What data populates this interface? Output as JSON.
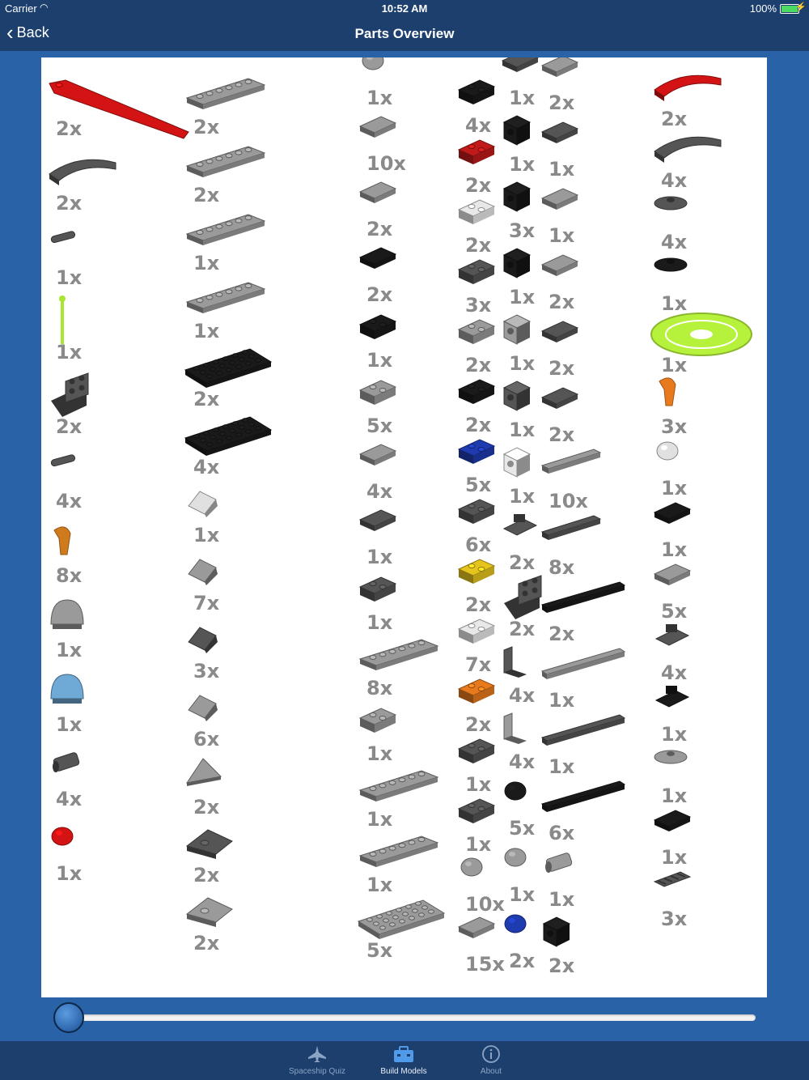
{
  "status_bar": {
    "carrier": "Carrier",
    "time": "10:52 AM",
    "battery": "100%"
  },
  "nav": {
    "back_label": "Back",
    "title": "Parts Overview"
  },
  "parts": [
    {
      "qty": "2x",
      "shape": "wing",
      "color": "#d41414"
    },
    {
      "qty": "2x",
      "shape": "arch",
      "color": "#555555"
    },
    {
      "qty": "1x",
      "shape": "rod",
      "color": "#555555"
    },
    {
      "qty": "1x",
      "shape": "antenna",
      "color": "#a8e632"
    },
    {
      "qty": "2x",
      "shape": "bracket",
      "color": "#555555"
    },
    {
      "qty": "4x",
      "shape": "rod",
      "color": "#555555"
    },
    {
      "qty": "8x",
      "shape": "claw",
      "color": "#d07a1e"
    },
    {
      "qty": "1x",
      "shape": "dome",
      "color": "#9a9a9a"
    },
    {
      "qty": "1x",
      "shape": "dome",
      "color": "#6fa9d6"
    },
    {
      "qty": "4x",
      "shape": "cylinder",
      "color": "#555555"
    },
    {
      "qty": "1x",
      "shape": "round",
      "color": "#d41414"
    },
    {
      "qty": "2x",
      "shape": "plate",
      "color": "#9a9a9a"
    },
    {
      "qty": "2x",
      "shape": "plate",
      "color": "#9a9a9a"
    },
    {
      "qty": "1x",
      "shape": "plate",
      "color": "#9a9a9a"
    },
    {
      "qty": "1x",
      "shape": "plate",
      "color": "#9a9a9a"
    },
    {
      "qty": "2x",
      "shape": "bigplate",
      "color": "#1a1a1a"
    },
    {
      "qty": "4x",
      "shape": "bigplate",
      "color": "#1a1a1a"
    },
    {
      "qty": "1x",
      "shape": "slope",
      "color": "#e0e0e0"
    },
    {
      "qty": "7x",
      "shape": "slope",
      "color": "#9a9a9a"
    },
    {
      "qty": "3x",
      "shape": "slope",
      "color": "#555555"
    },
    {
      "qty": "6x",
      "shape": "slope",
      "color": "#9a9a9a"
    },
    {
      "qty": "2x",
      "shape": "pyramid",
      "color": "#9a9a9a"
    },
    {
      "qty": "2x",
      "shape": "wedge",
      "color": "#555555"
    },
    {
      "qty": "2x",
      "shape": "wedge",
      "color": "#9a9a9a"
    },
    {
      "qty": "1x",
      "shape": "round",
      "color": "#9a9a9a"
    },
    {
      "qty": "10x",
      "shape": "tile",
      "color": "#9a9a9a"
    },
    {
      "qty": "2x",
      "shape": "tile",
      "color": "#9a9a9a"
    },
    {
      "qty": "2x",
      "shape": "tile",
      "color": "#1a1a1a"
    },
    {
      "qty": "1x",
      "shape": "brick",
      "color": "#1a1a1a"
    },
    {
      "qty": "5x",
      "shape": "brick",
      "color": "#9a9a9a"
    },
    {
      "qty": "4x",
      "shape": "tile",
      "color": "#9a9a9a"
    },
    {
      "qty": "1x",
      "shape": "tile",
      "color": "#555555"
    },
    {
      "qty": "1x",
      "shape": "brick",
      "color": "#555555"
    },
    {
      "qty": "8x",
      "shape": "plate",
      "color": "#9a9a9a"
    },
    {
      "qty": "1x",
      "shape": "brick",
      "color": "#9a9a9a"
    },
    {
      "qty": "1x",
      "shape": "plate",
      "color": "#9a9a9a"
    },
    {
      "qty": "1x",
      "shape": "plate",
      "color": "#9a9a9a"
    },
    {
      "qty": "5x",
      "shape": "bigplate",
      "color": "#9a9a9a"
    },
    {
      "qty": "4x",
      "shape": "brick",
      "color": "#1a1a1a"
    },
    {
      "qty": "2x",
      "shape": "brick",
      "color": "#c01a1a"
    },
    {
      "qty": "2x",
      "shape": "brick",
      "color": "#e8e8e8"
    },
    {
      "qty": "3x",
      "shape": "brick",
      "color": "#555555"
    },
    {
      "qty": "2x",
      "shape": "brick",
      "color": "#9a9a9a"
    },
    {
      "qty": "2x",
      "shape": "brick",
      "color": "#1a1a1a"
    },
    {
      "qty": "5x",
      "shape": "brick",
      "color": "#1f3bb0"
    },
    {
      "qty": "6x",
      "shape": "brick",
      "color": "#555555"
    },
    {
      "qty": "2x",
      "shape": "brick",
      "color": "#e6c41e"
    },
    {
      "qty": "7x",
      "shape": "brick",
      "color": "#e8e8e8"
    },
    {
      "qty": "2x",
      "shape": "brick",
      "color": "#e87a1e"
    },
    {
      "qty": "1x",
      "shape": "brick",
      "color": "#555555"
    },
    {
      "qty": "1x",
      "shape": "brick",
      "color": "#555555"
    },
    {
      "qty": "10x",
      "shape": "round",
      "color": "#9a9a9a"
    },
    {
      "qty": "15x",
      "shape": "tile",
      "color": "#9a9a9a"
    },
    {
      "qty": "1x",
      "shape": "tile",
      "color": "#555555"
    },
    {
      "qty": "1x",
      "shape": "cube",
      "color": "#1a1a1a"
    },
    {
      "qty": "3x",
      "shape": "cube",
      "color": "#1a1a1a"
    },
    {
      "qty": "1x",
      "shape": "cube",
      "color": "#1a1a1a"
    },
    {
      "qty": "1x",
      "shape": "cube",
      "color": "#9a9a9a"
    },
    {
      "qty": "1x",
      "shape": "cube",
      "color": "#555555"
    },
    {
      "qty": "1x",
      "shape": "cube",
      "color": "#e8e8e8"
    },
    {
      "qty": "2x",
      "shape": "hinge",
      "color": "#555555"
    },
    {
      "qty": "2x",
      "shape": "bracket",
      "color": "#555555"
    },
    {
      "qty": "4x",
      "shape": "lbracket",
      "color": "#555555"
    },
    {
      "qty": "4x",
      "shape": "lbracket",
      "color": "#9a9a9a"
    },
    {
      "qty": "5x",
      "shape": "round",
      "color": "#1a1a1a"
    },
    {
      "qty": "1x",
      "shape": "round",
      "color": "#9a9a9a"
    },
    {
      "qty": "2x",
      "shape": "round",
      "color": "#1f3bb0"
    },
    {
      "qty": "2x",
      "shape": "tile",
      "color": "#9a9a9a"
    },
    {
      "qty": "1x",
      "shape": "tile",
      "color": "#555555"
    },
    {
      "qty": "1x",
      "shape": "tile",
      "color": "#9a9a9a"
    },
    {
      "qty": "2x",
      "shape": "tile",
      "color": "#9a9a9a"
    },
    {
      "qty": "2x",
      "shape": "tile",
      "color": "#555555"
    },
    {
      "qty": "2x",
      "shape": "tile",
      "color": "#555555"
    },
    {
      "qty": "10x",
      "shape": "bar",
      "color": "#9a9a9a"
    },
    {
      "qty": "8x",
      "shape": "bar",
      "color": "#555555"
    },
    {
      "qty": "2x",
      "shape": "longbar",
      "color": "#1a1a1a"
    },
    {
      "qty": "1x",
      "shape": "longbar",
      "color": "#9a9a9a"
    },
    {
      "qty": "1x",
      "shape": "longbar",
      "color": "#555555"
    },
    {
      "qty": "6x",
      "shape": "longbar",
      "color": "#1a1a1a"
    },
    {
      "qty": "1x",
      "shape": "cylinder",
      "color": "#9a9a9a"
    },
    {
      "qty": "2x",
      "shape": "cube",
      "color": "#1a1a1a"
    },
    {
      "qty": "2x",
      "shape": "arch",
      "color": "#d41414"
    },
    {
      "qty": "4x",
      "shape": "arch",
      "color": "#555555"
    },
    {
      "qty": "4x",
      "shape": "dish",
      "color": "#555555"
    },
    {
      "qty": "1x",
      "shape": "dish",
      "color": "#1a1a1a"
    },
    {
      "qty": "1x",
      "shape": "bigdish",
      "color": "#b6f23c"
    },
    {
      "qty": "3x",
      "shape": "claw",
      "color": "#e87a1e"
    },
    {
      "qty": "1x",
      "shape": "round",
      "color": "#e0e0e0"
    },
    {
      "qty": "1x",
      "shape": "tile",
      "color": "#1a1a1a"
    },
    {
      "qty": "5x",
      "shape": "tile",
      "color": "#9a9a9a"
    },
    {
      "qty": "4x",
      "shape": "hinge",
      "color": "#555555"
    },
    {
      "qty": "1x",
      "shape": "hinge",
      "color": "#1a1a1a"
    },
    {
      "qty": "1x",
      "shape": "dish",
      "color": "#9a9a9a"
    },
    {
      "qty": "1x",
      "shape": "tile",
      "color": "#1a1a1a"
    },
    {
      "qty": "3x",
      "shape": "grille",
      "color": "#555555"
    }
  ],
  "slider": {
    "value": 0.0
  },
  "tabs": [
    {
      "label": "Spaceship Quiz",
      "icon": "spaceship-icon",
      "active": false
    },
    {
      "label": "Build Models",
      "icon": "toolbox-icon",
      "active": true
    },
    {
      "label": "About",
      "icon": "info-icon",
      "active": false
    }
  ]
}
